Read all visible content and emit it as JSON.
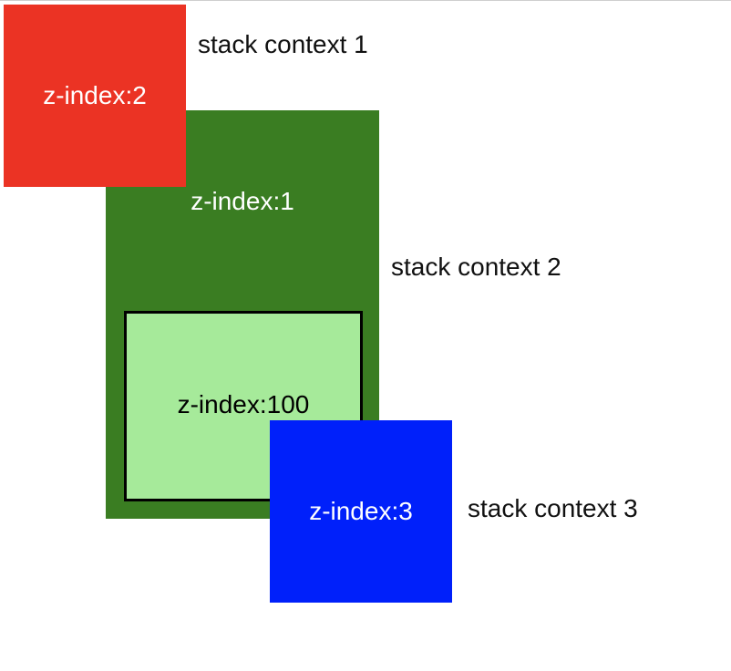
{
  "stack_contexts": {
    "red_box": {
      "label": "z-index:2",
      "color": "#EB3324"
    },
    "green_box": {
      "label": "z-index:1",
      "color": "#3A7D22"
    },
    "inner_box": {
      "label": "z-index:100",
      "color": "#A6EA9A",
      "border_color": "#000000"
    },
    "blue_box": {
      "label": "z-index:3",
      "color": "#0020FA"
    }
  },
  "captions": {
    "context_1": "stack context 1",
    "context_2": "stack context 2",
    "context_3": "stack context 3"
  }
}
